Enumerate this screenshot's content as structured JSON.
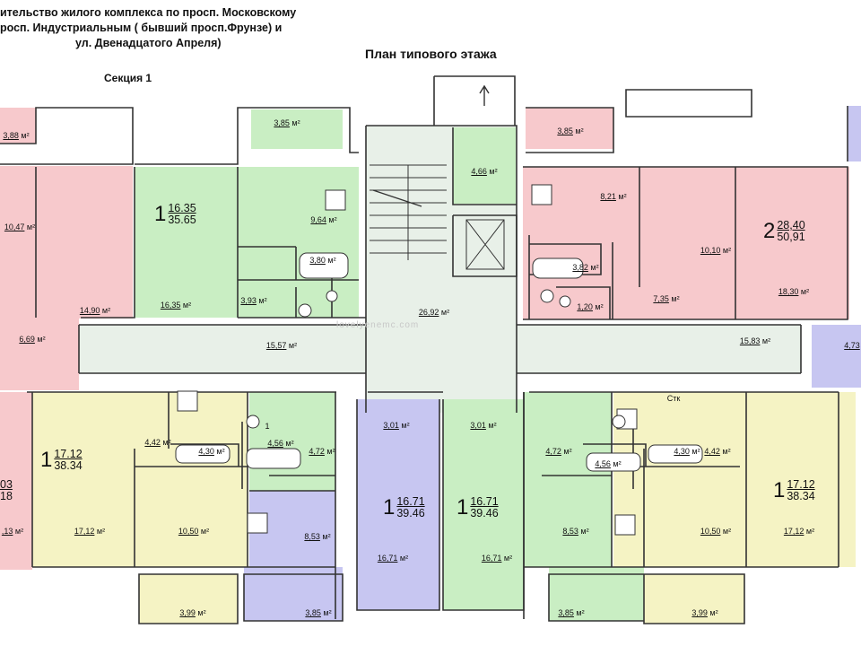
{
  "header": {
    "title_lines": [
      "ительство жилого комплекса по просп. Московскому",
      "росп. Индустриальным ( бывший просп.Фрунзе) и",
      "ул. Двенадцатого Апреля)"
    ],
    "plan_title": "План типового этажа",
    "section": "Секция 1"
  },
  "colors": {
    "pink": "#f7c9cc",
    "green": "#c9eec3",
    "yellow": "#f5f3c4",
    "lavender": "#c7c6f1",
    "common": "#e8f0e8",
    "wall": "#333333"
  },
  "areas": {
    "a_388": "3,88",
    "a_385_tl": "3,85",
    "a_385_tr": "3,85",
    "a_466": "4,66",
    "a_1047": "10,47",
    "a_964": "9,64",
    "a_380": "3,80",
    "a_393": "3,93",
    "a_1490": "14,90",
    "a_1635": "16,35",
    "a_669": "6,69",
    "a_1557": "15,57",
    "a_2692": "26,92",
    "a_1583": "15,83",
    "a_821": "8,21",
    "a_1010": "10,10",
    "a_382": "3,82",
    "a_120": "1,20",
    "a_735": "7,35",
    "a_1830": "18,30",
    "a_473": "4,73",
    "a_442_l": "4,42",
    "a_430_l": "4,30",
    "a_456_l": "4,56",
    "a_472_l": "4,72",
    "a_301_l": "3,01",
    "a_301_r": "3,01",
    "a_472_r": "4,72",
    "a_456_r": "4,56",
    "a_430_r": "4,30",
    "a_442_r": "4,42",
    "a_1712_l": "17,12",
    "a_1050_l": "10,50",
    "a_853_l": "8,53",
    "a_1671_l": "16,71",
    "a_1671_r": "16,71",
    "a_853_r": "8,53",
    "a_1050_r": "10,50",
    "a_1712_r": "17,12",
    "a_13": ",13",
    "a_399_l": "3,99",
    "a_385_bl": "3,85",
    "a_385_br": "3,85",
    "a_399_r": "3,99"
  },
  "units": {
    "u1": {
      "rooms": "1",
      "living": "16.35",
      "total": "35.65"
    },
    "u2": {
      "rooms": "2",
      "living": "28,40",
      "total": "50,91"
    },
    "u3": {
      "rooms": "1",
      "living": "17.12",
      "total": "38.34"
    },
    "u4": {
      "rooms": "1",
      "living": "16.71",
      "total": "39.46"
    },
    "u5": {
      "rooms": "1",
      "living": "16.71",
      "total": "39.46"
    },
    "u6": {
      "rooms": "1",
      "living": "17.12",
      "total": "38.34"
    },
    "u7": {
      "living": "03",
      "total": "18"
    }
  },
  "unit_m2": "м²",
  "tags": {
    "stk": "Стк",
    "one": "1"
  },
  "watermark": "lovelyenemc.com"
}
